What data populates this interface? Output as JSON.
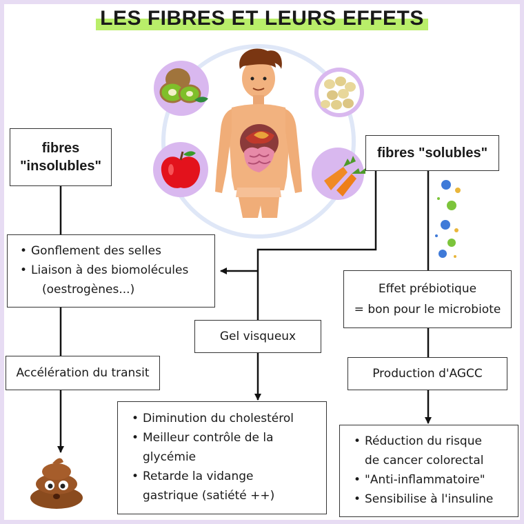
{
  "title": "LES FIBRES ET LEURS EFFETS",
  "insoluble": {
    "label_line1": "fibres",
    "label_line2": "\"insolubles\""
  },
  "soluble": {
    "label": "fibres \"solubles\""
  },
  "left_effects": [
    "Gonflement des selles",
    "Liaison à des biomolécules",
    "(oestrogènes...)"
  ],
  "transit": "Accélération du transit",
  "gel": "Gel visqueux",
  "gel_effects": [
    {
      "line1": "Diminution du cholestérol"
    },
    {
      "line1": "Meilleur contrôle de la",
      "line2": "glycémie"
    },
    {
      "line1": "Retarde la vidange",
      "line2": "gastrique (satiété ++)"
    }
  ],
  "prebiotic": {
    "line1": "Effet prébiotique",
    "line2": "= bon pour le microbiote"
  },
  "agcc": "Production d'AGCC",
  "agcc_effects": [
    {
      "line1": "Réduction du risque",
      "line2": "de cancer colorectal"
    },
    {
      "line1": "\"Anti-inflammatoire\""
    },
    {
      "line1": "Sensibilise à l'insuline"
    }
  ],
  "icons": [
    "kiwi-icon",
    "potato-icon",
    "apple-icon",
    "carrot-icon",
    "human-body-icon",
    "bacteria-icon",
    "poop-icon"
  ],
  "colors": {
    "title_highlight": "#b9ee6a",
    "frame": "#e7dcf3",
    "circle_bg": "#d9b8ef",
    "ring": "#dfe7f7"
  }
}
